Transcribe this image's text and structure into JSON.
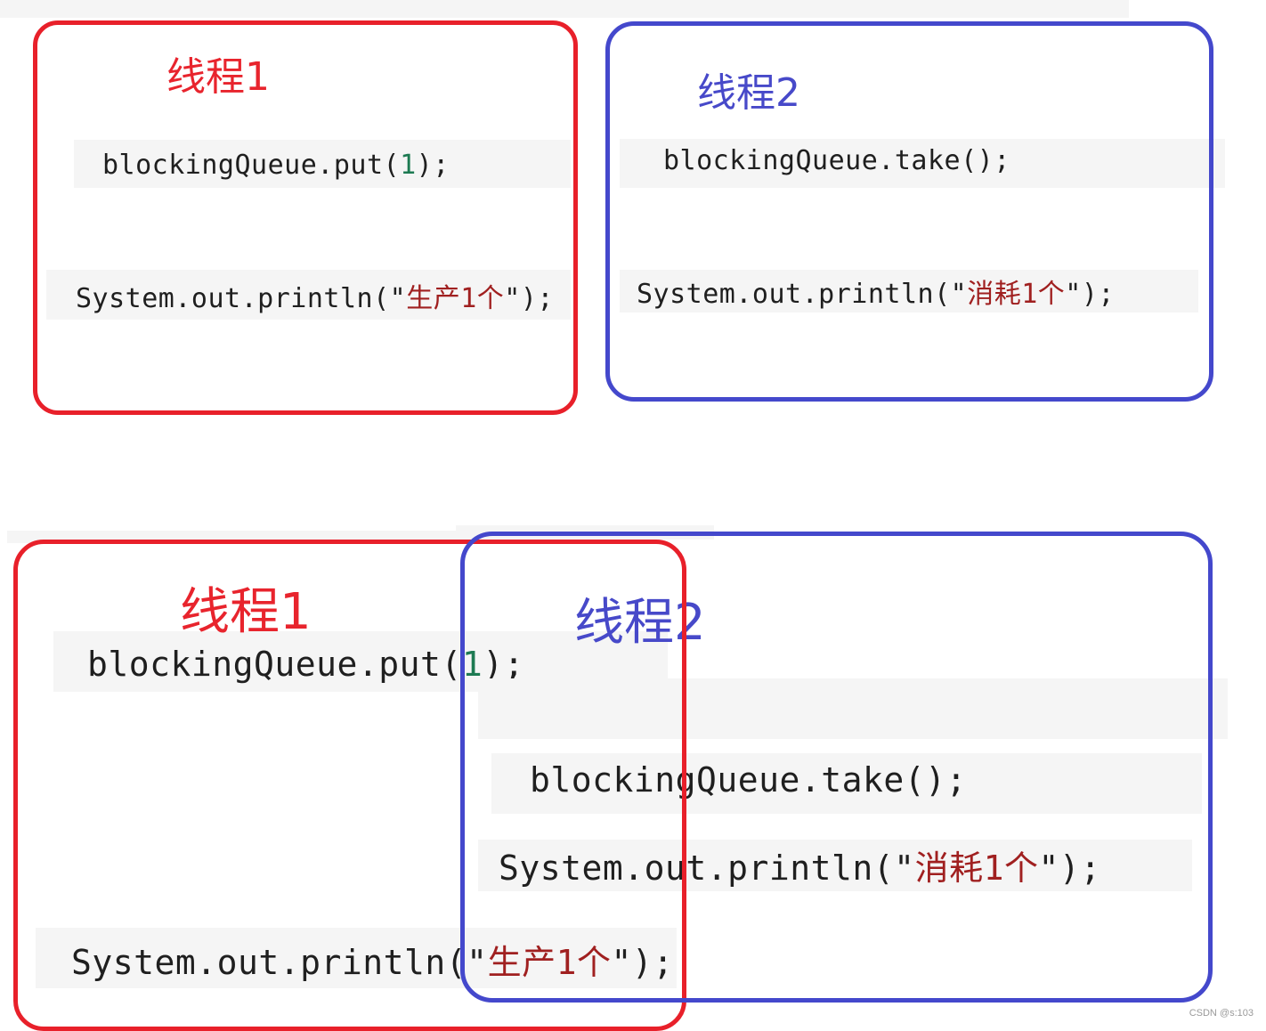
{
  "colors": {
    "red": "#e8202a",
    "blue": "#4448cc",
    "code_bg": "#f5f5f5",
    "string": "#a02020",
    "number": "#1d7a52"
  },
  "top": {
    "thread1": {
      "label": "线程1",
      "put": {
        "pre": "blockingQueue.put(",
        "arg": "1",
        "post": ");"
      },
      "print": {
        "pre": "System.out.println(\"",
        "msg": "生产1个",
        "post": "\");"
      }
    },
    "thread2": {
      "label": "线程2",
      "take": "blockingQueue.take();",
      "print": {
        "pre": "System.out.println(\"",
        "msg": "消耗1个",
        "post": "\");"
      }
    }
  },
  "bottom": {
    "thread1": {
      "label": "线程1",
      "put": {
        "pre": "blockingQueue.put(",
        "arg": "1",
        "post": ");"
      },
      "print": {
        "pre": "System.out.println(\"",
        "msg": "生产1个",
        "post": "\");"
      }
    },
    "thread2": {
      "label": "线程2",
      "take": "blockingQueue.take();",
      "print": {
        "pre": "System.out.println(\"",
        "msg": "消耗1个",
        "post": "\");"
      }
    }
  },
  "watermark": "CSDN @s:103"
}
